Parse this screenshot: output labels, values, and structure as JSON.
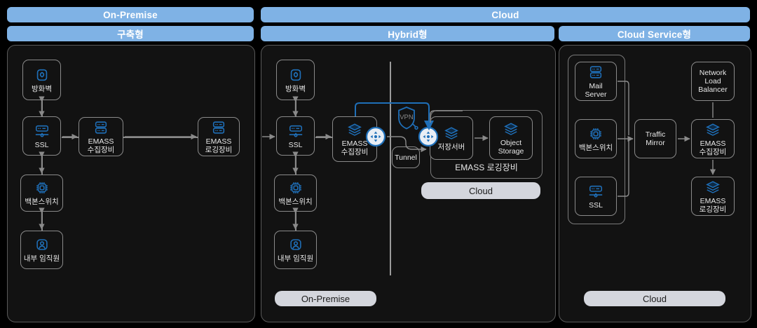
{
  "headers": {
    "onpremise": "On-Premise",
    "cloud": "Cloud",
    "col1": "구축형",
    "col2": "Hybrid형",
    "col3": "Cloud Service형"
  },
  "colors": {
    "header_blue": "#7fb2e5",
    "icon_blue": "#1f6fb8",
    "panel_bg": "#121212",
    "page_bg": "#000000",
    "border_grey": "#8a8a8a",
    "pill_grey": "#d4d6dd"
  },
  "col1": {
    "nodes": [
      {
        "id": "firewall",
        "label": "방화벽",
        "icon": "firewall-icon"
      },
      {
        "id": "ssl",
        "label": "SSL",
        "icon": "ssl-server-icon"
      },
      {
        "id": "backbone",
        "label": "백본스위치",
        "icon": "switch-chip-icon"
      },
      {
        "id": "employee",
        "label": "내부 임직원",
        "icon": "user-icon"
      },
      {
        "id": "emass_collect",
        "label": "EMASS\n수집장비",
        "icon": "server-rack-icon"
      },
      {
        "id": "emass_log",
        "label": "EMASS\n로깅장비",
        "icon": "server-rack-icon"
      }
    ]
  },
  "col2": {
    "nodes": [
      {
        "id": "firewall",
        "label": "방화벽",
        "icon": "firewall-icon"
      },
      {
        "id": "ssl",
        "label": "SSL",
        "icon": "ssl-server-icon"
      },
      {
        "id": "backbone",
        "label": "백본스위치",
        "icon": "switch-chip-icon"
      },
      {
        "id": "employee",
        "label": "내부 임직원",
        "icon": "user-icon"
      },
      {
        "id": "emass_collect",
        "label": "EMASS\n수집장비",
        "icon": "layers-icon"
      },
      {
        "id": "storage_server",
        "label": "저장서버",
        "icon": "layers-icon"
      },
      {
        "id": "object_storage",
        "label": "Object\nStorage",
        "icon": "layers-icon"
      }
    ],
    "vpn_label": "VPN",
    "tunnel_label": "Tunnel",
    "group_label": "EMASS 로깅장비",
    "pill_left": "On-Premise",
    "pill_right": "Cloud"
  },
  "col3": {
    "nodes": [
      {
        "id": "mail_server",
        "label": "Mail\nServer",
        "icon": "mail-server-icon"
      },
      {
        "id": "backbone",
        "label": "백본스위치",
        "icon": "switch-chip-icon"
      },
      {
        "id": "ssl",
        "label": "SSL",
        "icon": "ssl-server-icon"
      },
      {
        "id": "traffic_mirror",
        "label": "Traffic\nMirror",
        "icon": "none"
      },
      {
        "id": "nlb",
        "label": "Network\nLoad\nBalancer",
        "icon": "none"
      },
      {
        "id": "emass_collect",
        "label": "EMASS\n수집장비",
        "icon": "layers-icon"
      },
      {
        "id": "emass_log",
        "label": "EMASS\n로깅장비",
        "icon": "layers-icon"
      }
    ],
    "pill": "Cloud"
  }
}
